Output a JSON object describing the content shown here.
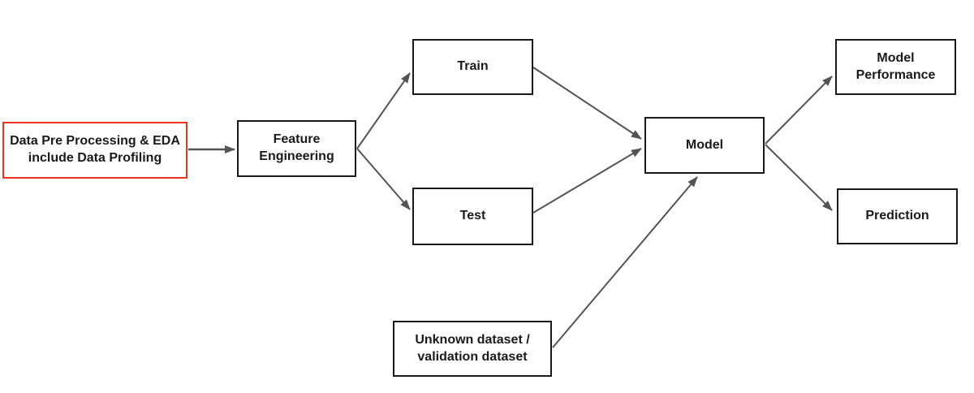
{
  "diagram": {
    "type": "flowchart",
    "nodes": {
      "data_pre_processing": {
        "label": "Data Pre Processing & EDA\ninclude Data Profiling",
        "highlighted": true
      },
      "feature_engineering": {
        "label": "Feature\nEngineering",
        "highlighted": false
      },
      "train": {
        "label": "Train",
        "highlighted": false
      },
      "test": {
        "label": "Test",
        "highlighted": false
      },
      "model": {
        "label": "Model",
        "highlighted": false
      },
      "model_performance": {
        "label": "Model\nPerformance",
        "highlighted": false
      },
      "prediction": {
        "label": "Prediction",
        "highlighted": false
      },
      "unknown_dataset": {
        "label": "Unknown dataset /\nvalidation dataset",
        "highlighted": false
      }
    },
    "edges": [
      {
        "from": "data_pre_processing",
        "to": "feature_engineering"
      },
      {
        "from": "feature_engineering",
        "to": "train"
      },
      {
        "from": "feature_engineering",
        "to": "test"
      },
      {
        "from": "train",
        "to": "model"
      },
      {
        "from": "test",
        "to": "model"
      },
      {
        "from": "unknown_dataset",
        "to": "model"
      },
      {
        "from": "model",
        "to": "model_performance"
      },
      {
        "from": "model",
        "to": "prediction"
      }
    ],
    "colors": {
      "background": "#ffffff",
      "node_border": "#1a1a1a",
      "highlight_border": "#ea3323",
      "text": "#1a1a1a",
      "arrow": "#545454"
    }
  }
}
